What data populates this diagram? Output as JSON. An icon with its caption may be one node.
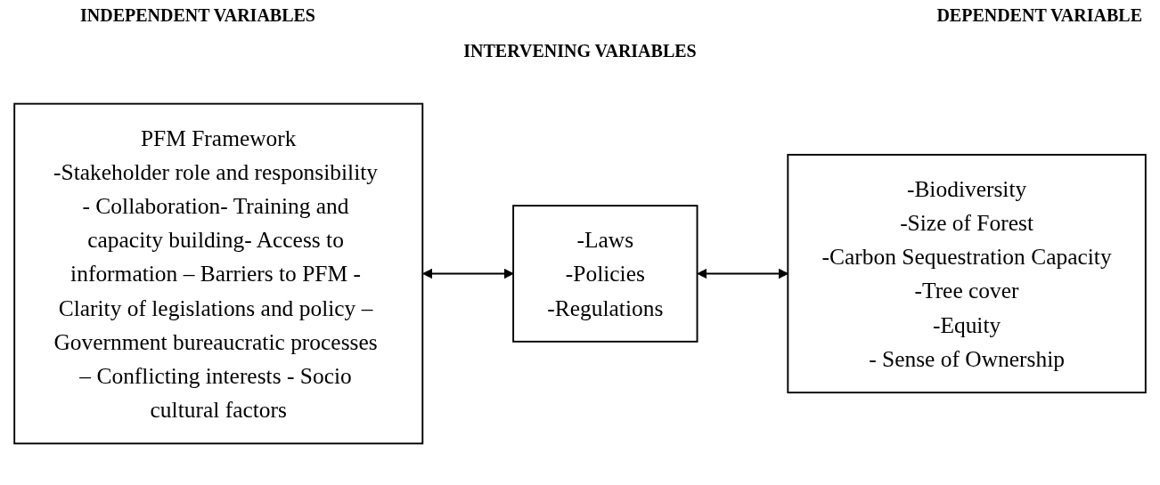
{
  "diagram": {
    "nodes": [
      {
        "text": [
          "PFM Framework",
          "-Stakeholder role and responsibility - Collaboration- Training and capacity building- Access to information – Barriers to PFM - Clarity of legislations and policy – Government bureaucratic processes – Conflicting interests - Socio cultural factors"
        ]
      },
      {
        "text": [
          "-Laws",
          "-Policies",
          "-Regulations"
        ]
      },
      {
        "text": [
          "-Biodiversity",
          "-Size of Forest",
          "-Carbon Sequestration Capacity",
          "-Tree cover",
          "-Equity",
          "- Sense of Ownership"
        ]
      }
    ],
    "edges": [
      {
        "from": 0,
        "to": 1,
        "arrow": "both"
      },
      {
        "from": 1,
        "to": 2,
        "arrow": "both"
      }
    ],
    "labels": [
      "INDEPENDENT VARIABLES",
      "DEPENDENT VARIABLE",
      "INTERVENING VARIABLES"
    ]
  }
}
